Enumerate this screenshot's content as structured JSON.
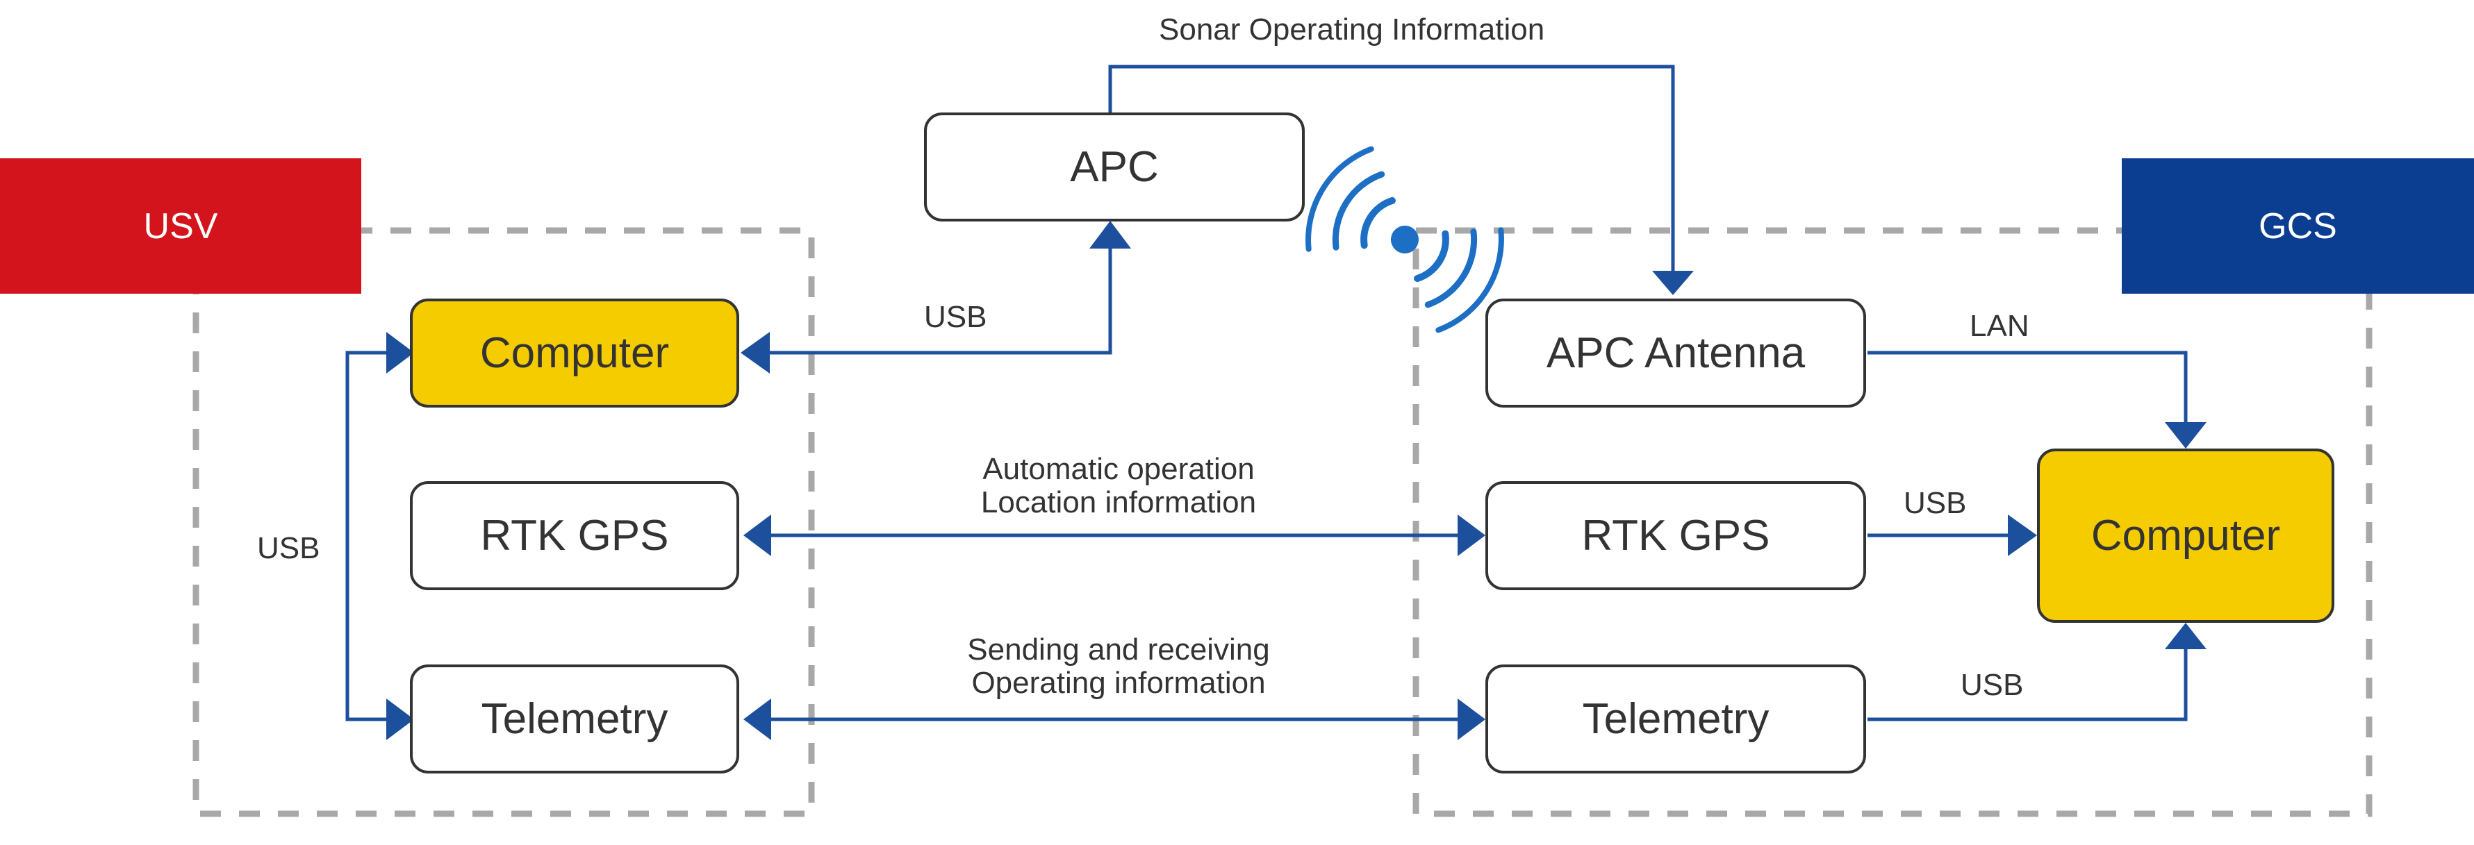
{
  "colors": {
    "usv": "#D3141C",
    "gcs": "#0B3E91",
    "arrow": "#1C4F9C",
    "highlight_box": "#F5CC00",
    "dashed_border": "#A8A8A8",
    "wireless_icon": "#1C6FC4"
  },
  "tags": {
    "usv": "USV",
    "gcs": "GCS"
  },
  "nodes": {
    "apc": "APC",
    "usv_computer": "Computer",
    "usv_rtk_gps": "RTK GPS",
    "usv_telemetry": "Telemetry",
    "apc_antenna": "APC Antenna",
    "gcs_rtk_gps": "RTK GPS",
    "gcs_telemetry": "Telemetry",
    "gcs_computer": "Computer"
  },
  "edge_labels": {
    "sonar": "Sonar Operating Information",
    "usb_apc": "USB",
    "usb_usv_side": "USB",
    "lan": "LAN",
    "usb_gcs_gps": "USB",
    "usb_gcs_telemetry": "USB",
    "gps_link_line1": "Automatic operation",
    "gps_link_line2": "Location information",
    "telemetry_link_line1": "Sending and receiving",
    "telemetry_link_line2": "Operating information"
  },
  "icons": {
    "wireless": "wireless-signal-icon"
  }
}
